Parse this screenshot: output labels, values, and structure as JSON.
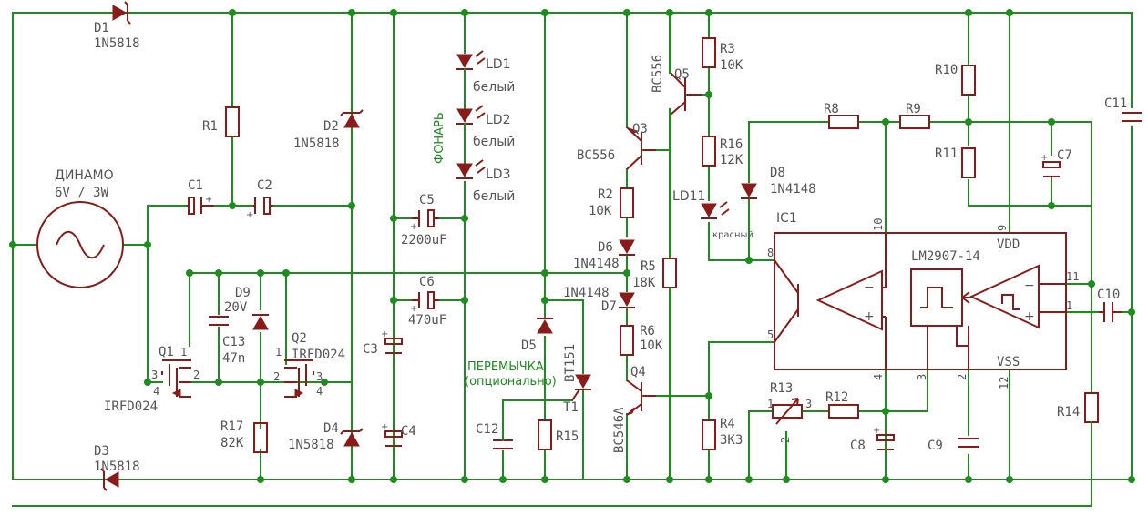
{
  "dynamo": {
    "ref": "ДИНАМО",
    "value": "6V / 3W"
  },
  "capacitors": {
    "C1": {
      "ref": "C1"
    },
    "C2": {
      "ref": "C2"
    },
    "C3": {
      "ref": "C3"
    },
    "C4": {
      "ref": "C4"
    },
    "C5": {
      "ref": "C5",
      "value": "2200uF"
    },
    "C6": {
      "ref": "C6",
      "value": "470uF"
    },
    "C7": {
      "ref": "C7"
    },
    "C8": {
      "ref": "C8"
    },
    "C9": {
      "ref": "C9"
    },
    "C10": {
      "ref": "C10"
    },
    "C11": {
      "ref": "C11"
    },
    "C12": {
      "ref": "C12"
    },
    "C13": {
      "ref": "C13",
      "value": "47n"
    }
  },
  "resistors": {
    "R1": {
      "ref": "R1"
    },
    "R2": {
      "ref": "R2",
      "value": "10K"
    },
    "R3": {
      "ref": "R3",
      "value": "10K"
    },
    "R4": {
      "ref": "R4",
      "value": "3K3"
    },
    "R5": {
      "ref": "R5",
      "value": "18K"
    },
    "R6": {
      "ref": "R6",
      "value": "10K"
    },
    "R8": {
      "ref": "R8"
    },
    "R9": {
      "ref": "R9"
    },
    "R10": {
      "ref": "R10"
    },
    "R11": {
      "ref": "R11"
    },
    "R12": {
      "ref": "R12"
    },
    "R13": {
      "ref": "R13"
    },
    "R14": {
      "ref": "R14"
    },
    "R15": {
      "ref": "R15"
    },
    "R16": {
      "ref": "R16",
      "value": "12K"
    },
    "R17": {
      "ref": "R17",
      "value": "82K"
    }
  },
  "diodes": {
    "D1": {
      "ref": "D1",
      "value": "1N5818"
    },
    "D2": {
      "ref": "D2",
      "value": "1N5818"
    },
    "D3": {
      "ref": "D3",
      "value": "1N5818"
    },
    "D4": {
      "ref": "D4",
      "value": "1N5818"
    },
    "D5": {
      "ref": "D5"
    },
    "D6": {
      "ref": "D6",
      "value": "1N4148"
    },
    "D7": {
      "ref": "D7",
      "value": "1N4148"
    },
    "D8": {
      "ref": "D8",
      "value": "1N4148"
    },
    "D9": {
      "ref": "D9",
      "value": "20V"
    }
  },
  "leds": {
    "LD1": {
      "ref": "LD1",
      "value": "белый"
    },
    "LD2": {
      "ref": "LD2",
      "value": "белый"
    },
    "LD3": {
      "ref": "LD3",
      "value": "белый"
    },
    "LD11": {
      "ref": "LD11",
      "value": "красный"
    }
  },
  "transistors": {
    "Q1": {
      "ref": "Q1",
      "value": "IRFD024"
    },
    "Q2": {
      "ref": "Q2",
      "value": "IRFD024"
    },
    "Q3": {
      "ref": "Q3",
      "value": "BC556"
    },
    "Q4": {
      "ref": "Q4",
      "value": "BC546A"
    },
    "Q5": {
      "ref": "Q5",
      "value": "BC556"
    },
    "T1": {
      "ref": "T1",
      "value": "BT151"
    }
  },
  "ic": {
    "ref": "IC1",
    "value": "LM2907-14",
    "vdd": "VDD",
    "vss": "VSS"
  },
  "notes": {
    "flashlight": "ФОНАРЬ",
    "jumper": "ПЕРЕМЫЧКА",
    "jumper_sub": "(опционально)"
  },
  "pins": {
    "p1": "1",
    "p2": "2",
    "p3": "3",
    "p4": "4",
    "p5": "5",
    "p8": "8",
    "p9": "9",
    "p10": "10",
    "p11": "11",
    "p12": "12"
  }
}
